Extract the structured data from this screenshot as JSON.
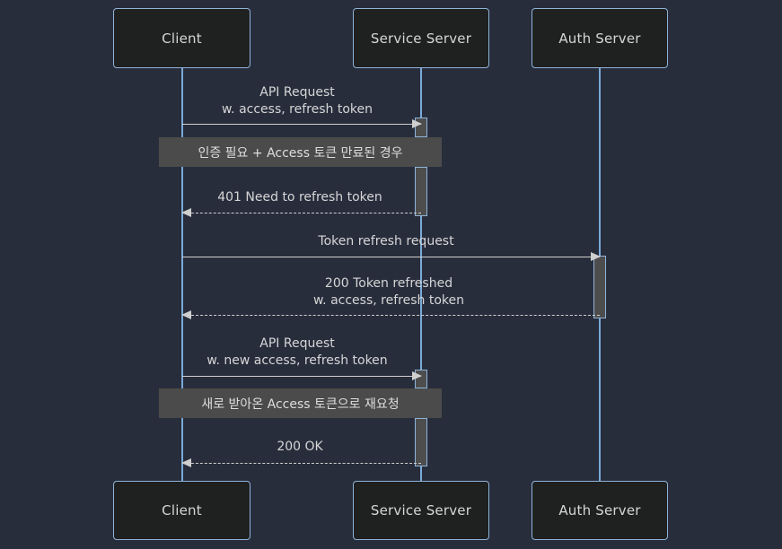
{
  "diagram": {
    "title": "Token refresh sequence diagram",
    "background_color": "#282d3c",
    "participant_fill": "#1f2020",
    "participant_border": "#8fb4d9",
    "lifeline_color": "#7aaad8",
    "activation_fill": "#4d4d4d",
    "note_fill": "#4b4b4b",
    "text_color": "#d6d6d6"
  },
  "participants": [
    {
      "id": "client",
      "label": "Client"
    },
    {
      "id": "service_server",
      "label": "Service Server"
    },
    {
      "id": "auth_server",
      "label": "Auth Server"
    }
  ],
  "participants_bottom": [
    {
      "id": "client",
      "label": "Client"
    },
    {
      "id": "service_server",
      "label": "Service Server"
    },
    {
      "id": "auth_server",
      "label": "Auth Server"
    }
  ],
  "messages": [
    {
      "id": "m1",
      "from": "client",
      "to": "service_server",
      "style": "solid",
      "direction": "right",
      "line1": "API Request",
      "line2": "w. access, refresh token"
    },
    {
      "id": "m2",
      "from": "service_server",
      "to": "client",
      "style": "dashed",
      "direction": "left",
      "line1": "401 Need to refresh token",
      "line2": ""
    },
    {
      "id": "m3",
      "from": "client",
      "to": "auth_server",
      "style": "solid",
      "direction": "right",
      "line1": "Token refresh request",
      "line2": ""
    },
    {
      "id": "m4",
      "from": "auth_server",
      "to": "client",
      "style": "dashed",
      "direction": "left",
      "line1": "200 Token refreshed",
      "line2": "w. access, refresh token"
    },
    {
      "id": "m5",
      "from": "client",
      "to": "service_server",
      "style": "solid",
      "direction": "right",
      "line1": "API Request",
      "line2": "w. new access, refresh token"
    },
    {
      "id": "m6",
      "from": "service_server",
      "to": "client",
      "style": "dashed",
      "direction": "left",
      "line1": "200 OK",
      "line2": ""
    }
  ],
  "notes": [
    {
      "id": "n1",
      "label": "인증 필요 + Access 토큰 만료된 경우"
    },
    {
      "id": "n2",
      "label": "새로 받아온 Access 토큰으로 재요청"
    }
  ]
}
